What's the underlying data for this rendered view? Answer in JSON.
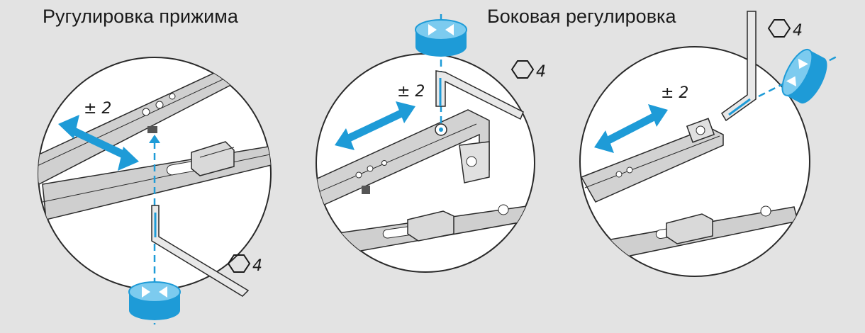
{
  "titles": {
    "pressure": "Ругулировка прижима",
    "side": "Боковая регулировка"
  },
  "labels": {
    "panel1_range": "± 2",
    "panel2_range": "± 2",
    "panel3_range": "± 2",
    "panel1_hex": "4",
    "panel2_hex": "4",
    "panel3_hex": "4"
  },
  "colors": {
    "background": "#e3e3e3",
    "circle_fill": "#ffffff",
    "accent": "#1e9bd7",
    "metal": "#c8c8c8",
    "outline": "#2a2a2a"
  },
  "icons": [
    "hexagon-icon",
    "rotation-arrow-icon",
    "double-arrow-icon",
    "hex-key-icon"
  ]
}
